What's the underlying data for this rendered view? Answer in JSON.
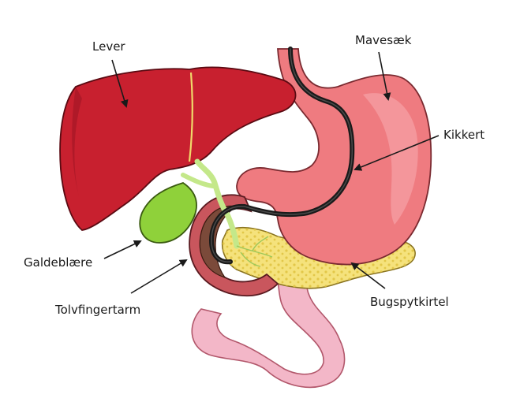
{
  "labels": {
    "liver": "Lever",
    "stomach": "Mavesæk",
    "endoscope": "Kikkert",
    "gallbladder": "Galdeblære",
    "duodenum": "Tolvfingertarm",
    "pancreas": "Bugspytkirtel"
  },
  "colors": {
    "liver": "#c8202f",
    "liver_dark": "#9e1624",
    "stomach": "#ef7b80",
    "stomach_light": "#f7a3a6",
    "gallbladder": "#8fd13a",
    "bile_duct": "#c4e88a",
    "pancreas": "#f5e27c",
    "pancreas_dots": "#e0c443",
    "duodenum": "#c9565d",
    "duodenum_inner": "#7b4a3a",
    "intestine": "#f3b7c8",
    "endoscope": "#1a1a1a",
    "outline": "#4a1a1a"
  }
}
